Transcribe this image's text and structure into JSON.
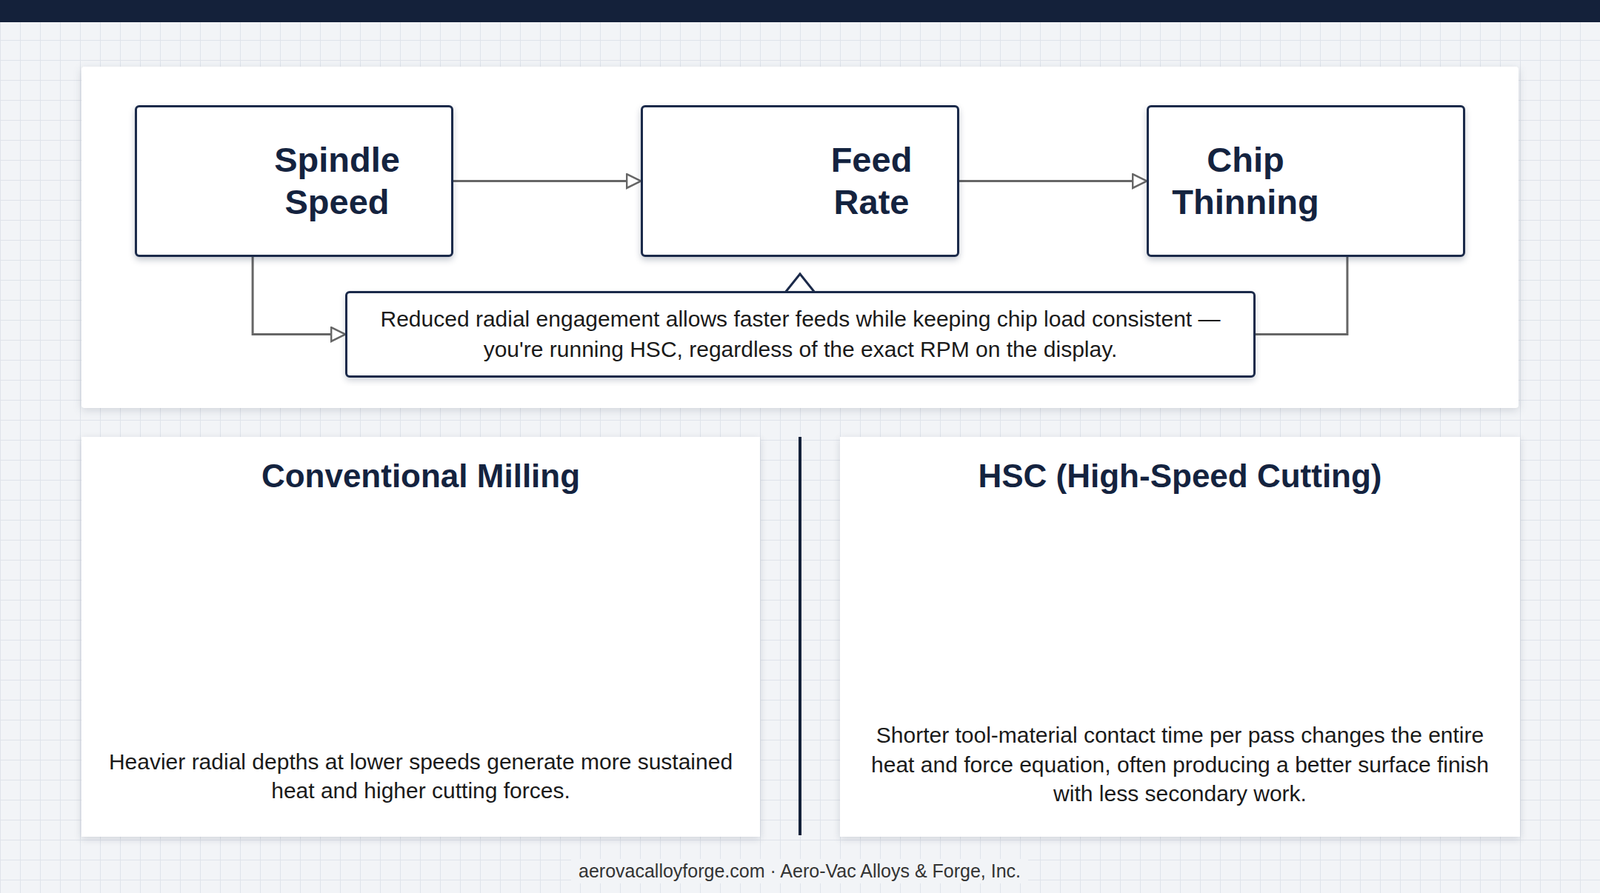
{
  "diagram": {
    "nodes": [
      {
        "text": [
          "Spindle Speed"
        ]
      },
      {
        "text": [
          "Feed Rate"
        ]
      },
      {
        "text": [
          "Chip Thinning"
        ]
      },
      {
        "text": [
          "Reduced radial engagement allows faster feeds while keeping chip load consistent — you're running HSC, regardless of the exact RPM on the display."
        ]
      },
      {
        "text": [
          "Conventional Milling",
          "Heavier radial depths at lower speeds generate more sustained heat and higher cutting forces."
        ]
      },
      {
        "text": [
          "HSC (High-Speed Cutting)",
          "Shorter tool-material contact time per pass changes the entire heat and force equation, often producing a better surface finish with less secondary work."
        ]
      }
    ],
    "edges": [
      {
        "from": 0,
        "to": 1,
        "arrow": "to"
      },
      {
        "from": 1,
        "to": 2,
        "arrow": "to"
      },
      {
        "from": 0,
        "to": 3,
        "arrow": "to"
      },
      {
        "from": 2,
        "to": 3,
        "arrow": "none"
      }
    ],
    "labels": [
      "aerovacalloyforge.com · Aero-Vac Alloys & Forge, Inc."
    ]
  }
}
